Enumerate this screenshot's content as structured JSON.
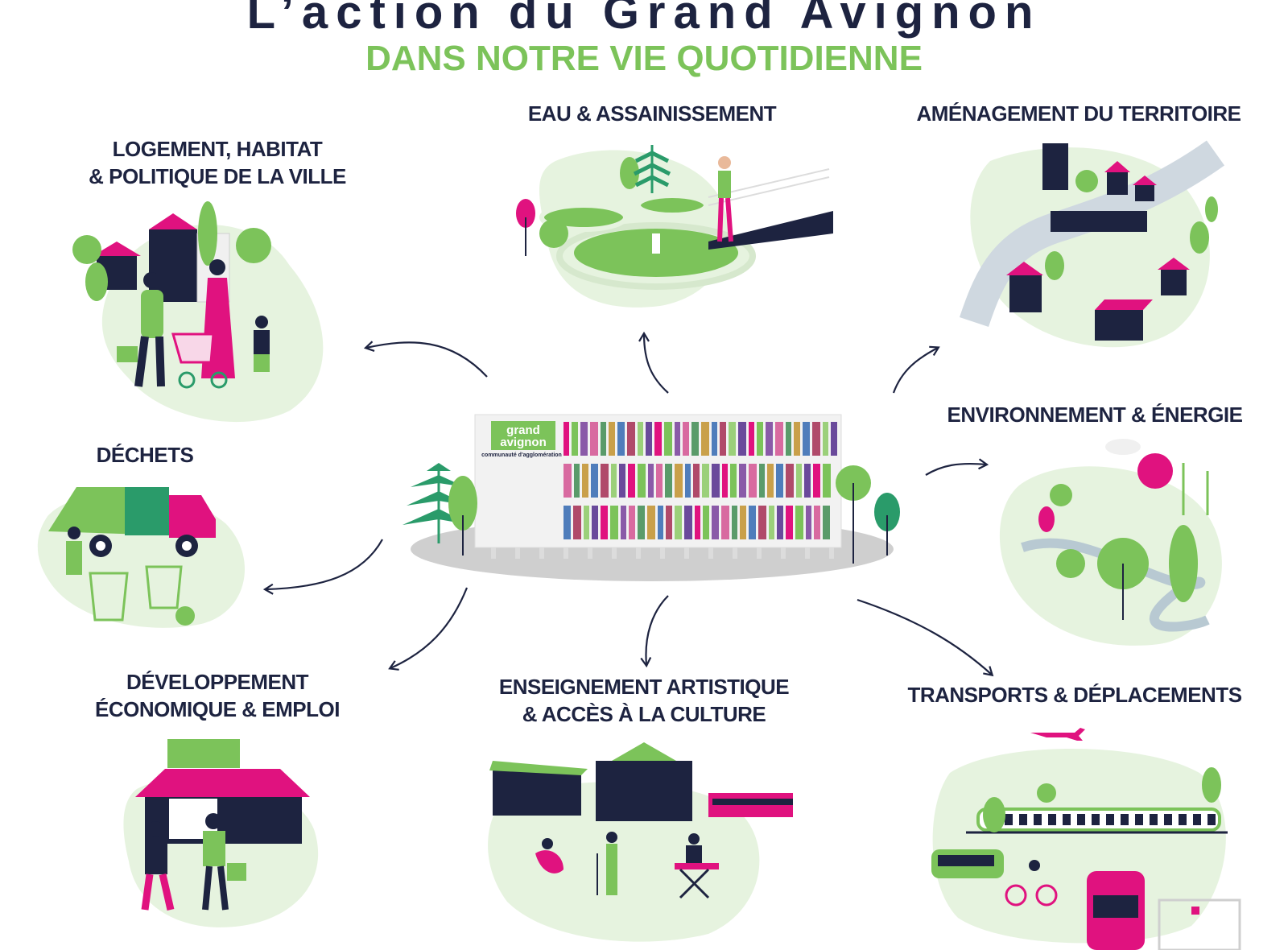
{
  "header": {
    "title": "L’action du Grand Avignon",
    "subtitle": "DANS NOTRE VIE QUOTIDIENNE"
  },
  "center": {
    "logo_line1": "grand",
    "logo_line2": "avignon",
    "logo_tagline": "communauté d'agglomération"
  },
  "themes": {
    "logement": {
      "line1": "LOGEMENT, HABITAT",
      "line2": "& POLITIQUE DE LA VILLE"
    },
    "eau": {
      "line1": "EAU & ASSAINISSEMENT"
    },
    "amenagement": {
      "line1": "AMÉNAGEMENT DU TERRITOIRE"
    },
    "environnement": {
      "line1": "ENVIRONNEMENT & ÉNERGIE"
    },
    "dechets": {
      "line1": "DÉCHETS"
    },
    "developpement": {
      "line1": "DÉVELOPPEMENT",
      "line2": "ÉCONOMIQUE & EMPLOI"
    },
    "enseignement": {
      "line1": "ENSEIGNEMENT ARTISTIQUE",
      "line2": "& ACCÈS À LA CULTURE"
    },
    "transports": {
      "line1": "TRANSPORTS & DÉPLACEMENTS"
    }
  },
  "colors": {
    "navy": "#1d2340",
    "green": "#7cc35a",
    "pink": "#e0127f",
    "blob": "#e6f3df"
  }
}
